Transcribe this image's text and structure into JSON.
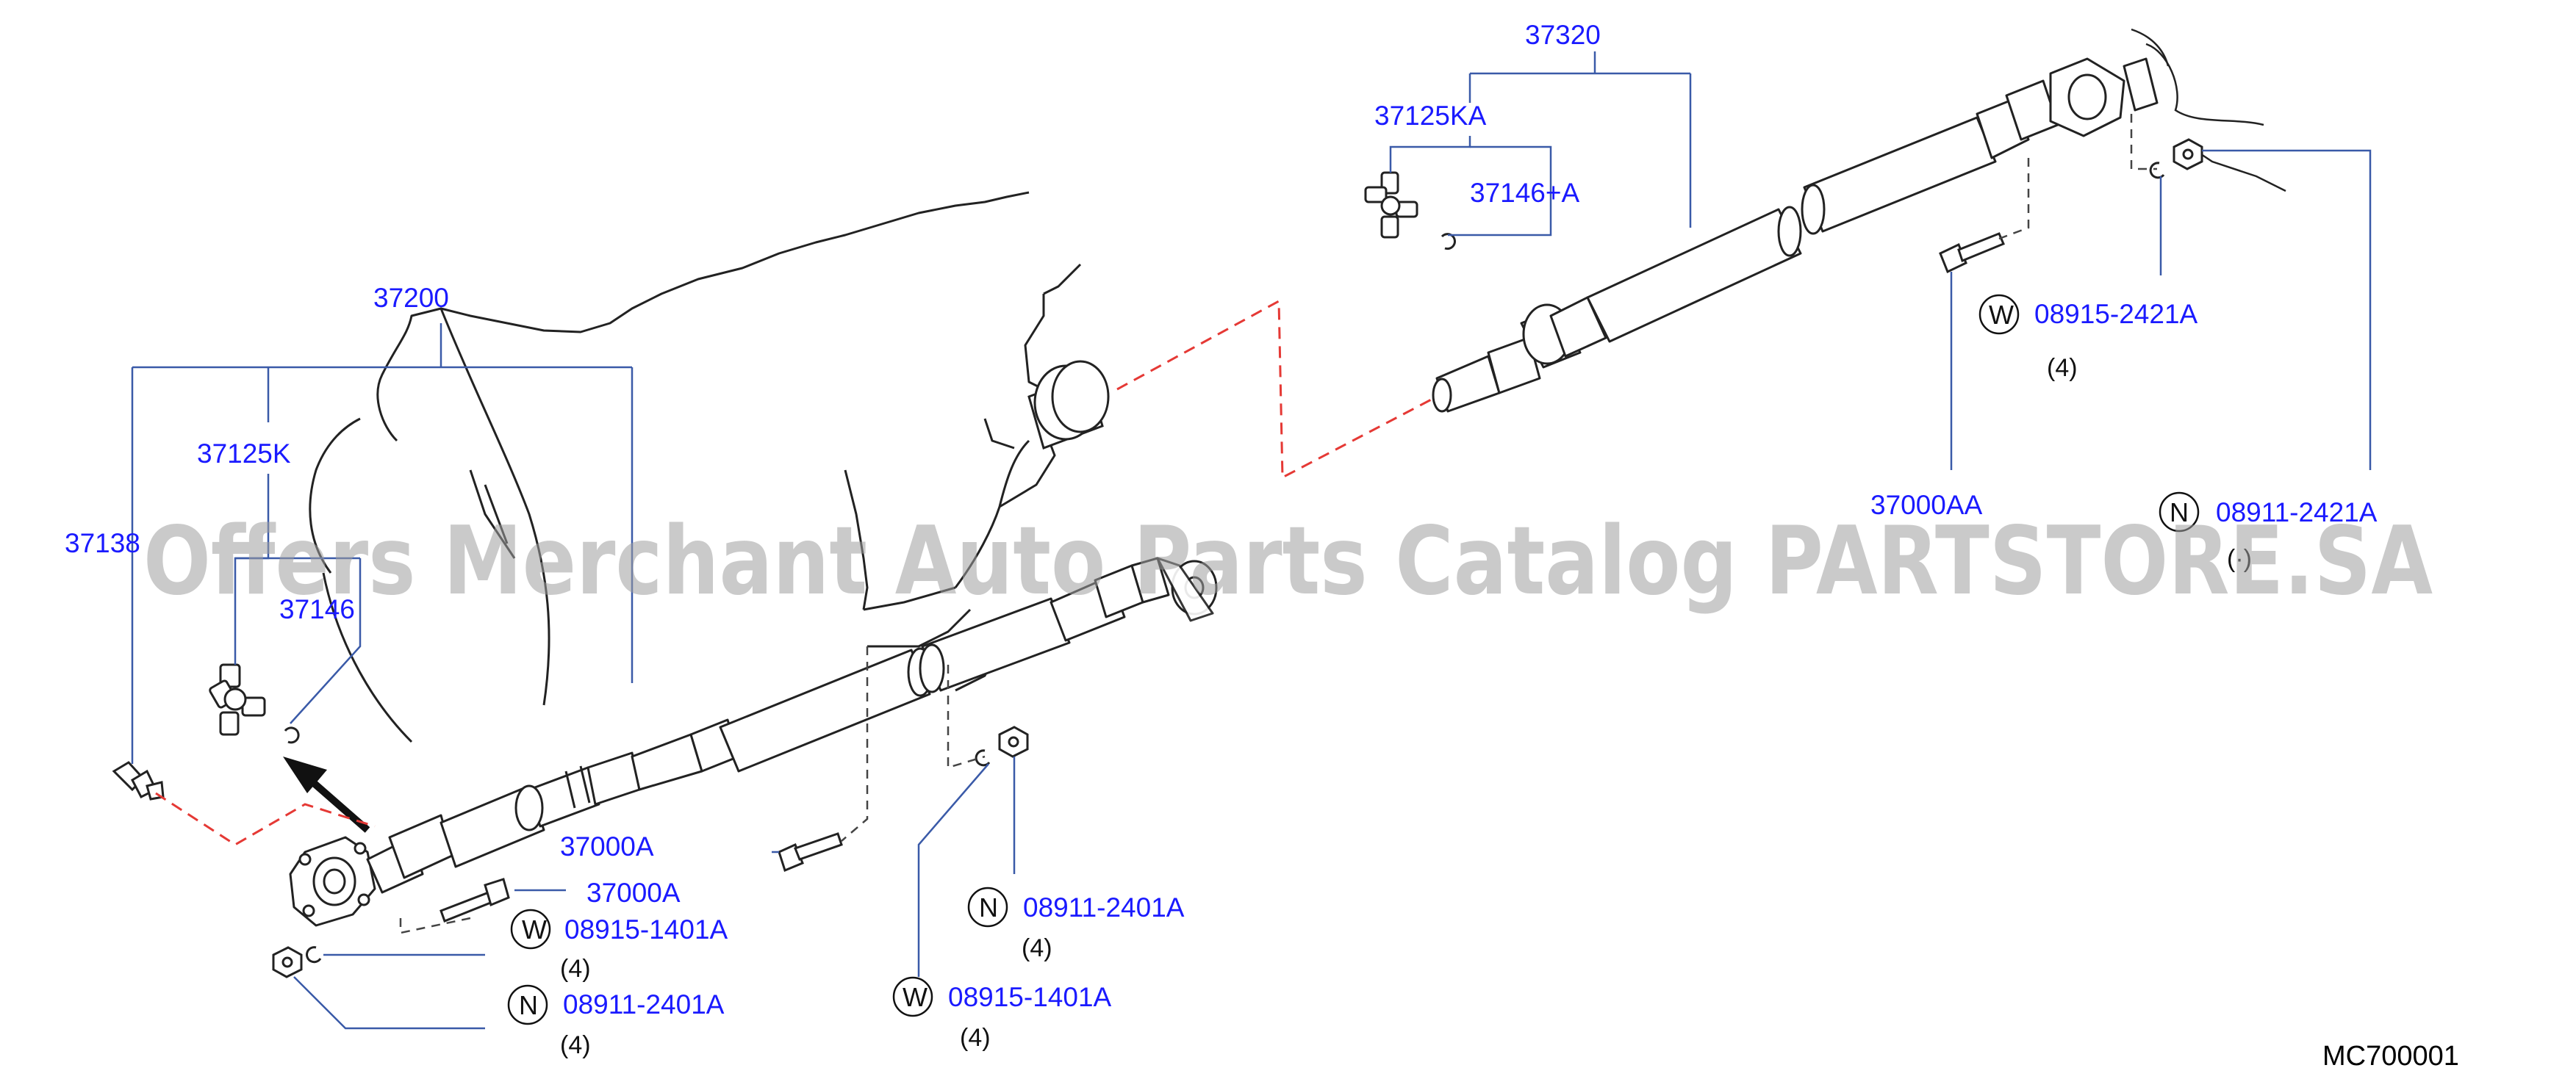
{
  "watermark": "Offers Merchant Auto Parts Catalog PARTSTORE.SA",
  "diagram_ref": "MC700001",
  "colors": {
    "label": "#1a1aff",
    "leader": "#3a5aa8",
    "dashed_link": "#e53935",
    "parts": "#222222",
    "watermark": "#9e9e9e"
  },
  "front_shaft": {
    "assembly": "37200",
    "universal_joint": "37125K",
    "grease_fitting": "37138",
    "snap_ring": "37146",
    "joint_bolt_upper": "37000A",
    "joint_bolt_lower": "37000A",
    "washer_left": {
      "marker": "W",
      "code": "08915-1401A",
      "qty": "(4)"
    },
    "nut_left": {
      "marker": "N",
      "code": "08911-2401A",
      "qty": "(4)"
    },
    "nut_mid": {
      "marker": "N",
      "code": "08911-2401A",
      "qty": "(4)"
    },
    "washer_mid": {
      "marker": "W",
      "code": "08915-1401A",
      "qty": "(4)"
    }
  },
  "rear_shaft": {
    "assembly": "37320",
    "universal_joint": "37125KA",
    "snap_ring": "37146+A",
    "washer": {
      "marker": "W",
      "code": "08915-2421A",
      "qty": "(4)"
    },
    "bolt": "37000AA",
    "nut": {
      "marker": "N",
      "code": "08911-2421A",
      "qty": "(·)"
    }
  }
}
